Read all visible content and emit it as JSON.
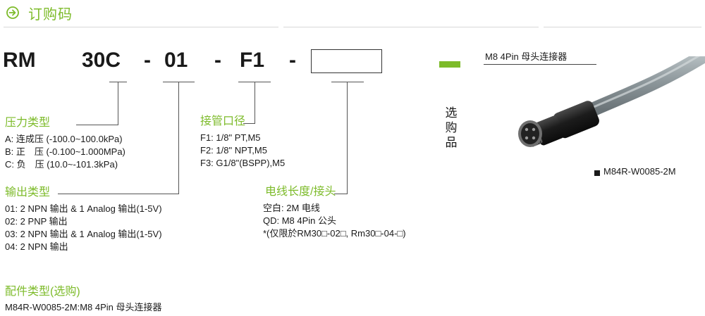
{
  "header": {
    "title": "订购码",
    "icon": "arrow-circle-right-icon"
  },
  "code": {
    "prefix": "RM",
    "series": "30C",
    "sep1": "-",
    "output": "01",
    "sep2": "-",
    "port": "F1",
    "sep3": "-"
  },
  "pressure": {
    "heading": "压力类型",
    "lines": [
      "A: 连成压 (-100.0~100.0kPa)",
      "B: 正　压 (-0.100~1.000MPa)",
      "C: 负　压 (10.0~-101.3kPa)"
    ]
  },
  "output": {
    "heading": "输出类型",
    "lines": [
      "01: 2 NPN 输出 & 1 Analog 输出(1-5V)",
      "02: 2 PNP  输出",
      "03: 2 NPN 输出 & 1 Analog 输出(1-5V)",
      "04: 2 NPN 输出"
    ]
  },
  "port": {
    "heading": "接管口径",
    "lines": [
      "F1: 1/8\" PT,M5",
      "F2: 1/8\" NPT,M5",
      "F3: G1/8\"(BSPP),M5"
    ]
  },
  "cable": {
    "heading": "电线长度/接头",
    "lines": [
      "空白: 2M 电线",
      "QD: M8 4Pin 公头",
      "*(仅限於RM30□-02□, Rm30□-04-□)"
    ]
  },
  "accessory": {
    "heading": "配件类型(选购)",
    "line": "M84R-W0085-2M:M8 4Pin 母头连接器"
  },
  "optional_label": "选购品",
  "connector": {
    "label": "M8 4Pin 母头连接器",
    "part_number": "M84R-W0085-2M"
  },
  "colors": {
    "accent_green": "#7dbb2a",
    "cable_gray": "#8c969a",
    "connector_black": "#1c1c1c"
  }
}
